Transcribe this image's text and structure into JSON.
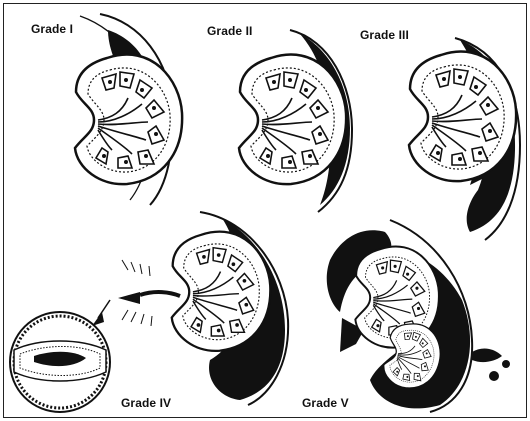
{
  "labels": {
    "grade1": "Grade I",
    "grade2": "Grade II",
    "grade3": "Grade III",
    "grade4": "Grade IV",
    "grade5": "Grade V"
  },
  "colors": {
    "ink": "#111111",
    "paper": "#ffffff"
  }
}
